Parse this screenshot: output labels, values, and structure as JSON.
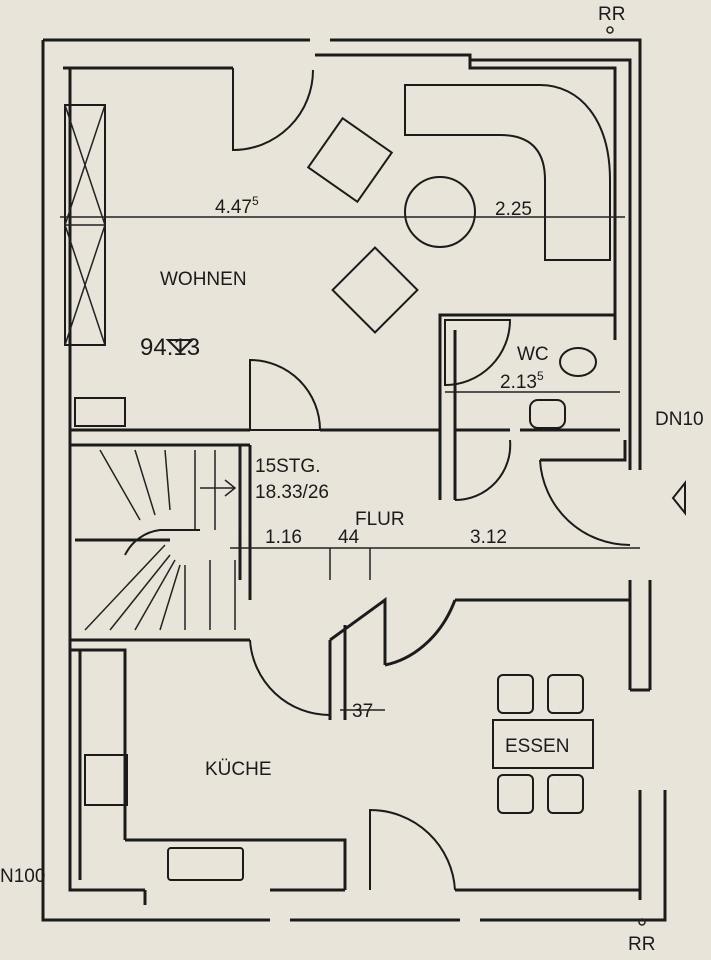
{
  "markers": {
    "top": "RR",
    "bottom": "RR",
    "drain_right": "DN10",
    "drain_left": "N100"
  },
  "rooms": {
    "living": "WOHNEN",
    "wc": "WC",
    "hall": "FLUR",
    "kitchen": "KÜCHE",
    "dining": "ESSEN"
  },
  "elevation": "94.13",
  "stairs": {
    "steps": "15STG.",
    "ratio": "18.33/26"
  },
  "dimensions": {
    "living_width": "4.47",
    "living_width_sup": "5",
    "living_right": "2.25",
    "wc_width": "2.13",
    "wc_width_sup": "5",
    "hall_left": "1.16",
    "hall_mid": "44",
    "hall_right": "3.12",
    "wall_thickness": "37"
  }
}
